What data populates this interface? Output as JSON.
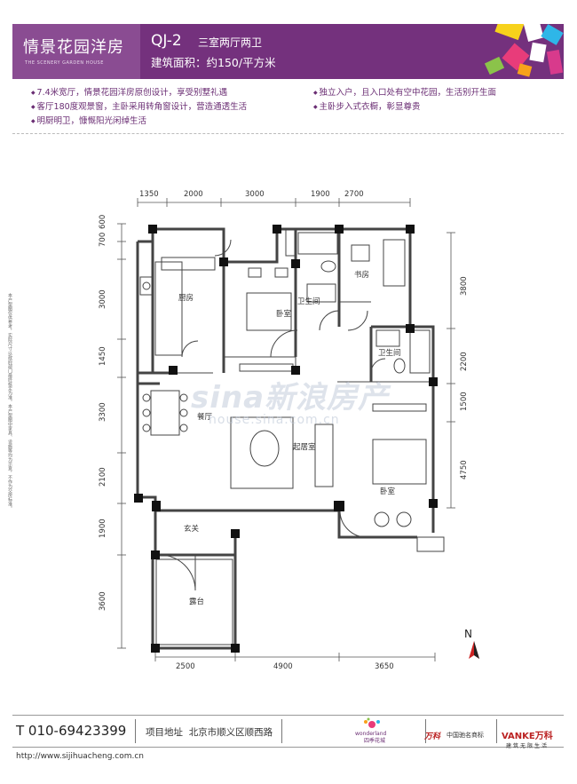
{
  "header": {
    "logo_main": "情景花园洋房",
    "logo_sub": "THE SCENERY GARDEN HOUSE",
    "plan_code": "QJ-2",
    "plan_type": "三室两厅两卫",
    "plan_area": "建筑面积：约150/平方米"
  },
  "features": [
    "7.4米宽厅，情景花园洋房原创设计，享受别墅礼遇",
    "客厅180度观景窗，主卧采用转角窗设计，营造通透生活",
    "明厨明卫，慷慨阳光闲绰生活",
    "独立入户，且入口处有空中花园，生活别开生面",
    "主卧步入式衣橱，彰显尊贵"
  ],
  "dimensions": {
    "top": [
      "1350",
      "2000",
      "3000",
      "1900",
      "2700"
    ],
    "bottom": [
      "2500",
      "4900",
      "3650"
    ],
    "left": [
      "700",
      "600",
      "3000",
      "1450",
      "3300",
      "2100",
      "1900",
      "3600"
    ],
    "right": [
      "3800",
      "2200",
      "1500",
      "4750"
    ]
  },
  "rooms": {
    "kitchen": "厨房",
    "bedroom1": "卧室",
    "bath1": "卫生间",
    "study": "书房",
    "bath2": "卫生间",
    "dining": "餐厅",
    "living": "起居室",
    "bedroom2": "卧室",
    "foyer": "玄关",
    "terrace": "露台"
  },
  "north_label": "N",
  "watermark": {
    "main": "sina新浪房产",
    "url": "house.sina.com.cn"
  },
  "side_note": "本户型图仅供参考，实际尺寸以政府部门最终核定为准。本户型图中家具、设施等均为示意，不作为交房标准。",
  "footer": {
    "tel": "T 010-69423399",
    "addr_label": "项目地址",
    "addr": "北京市顺义区顺西路",
    "url": "http://www.sijihuacheng.com.cn",
    "brand1": "wonderland 四季花城",
    "brand2_name": "万科",
    "brand2_text": "中国驰名商标",
    "brand3_name": "VANKE万科",
    "brand3_slogan": "建筑无限生活"
  },
  "colors": {
    "header_bg": "#74317d",
    "logo_bg": "#8a4c92",
    "accent_text": "#6a2d73"
  }
}
